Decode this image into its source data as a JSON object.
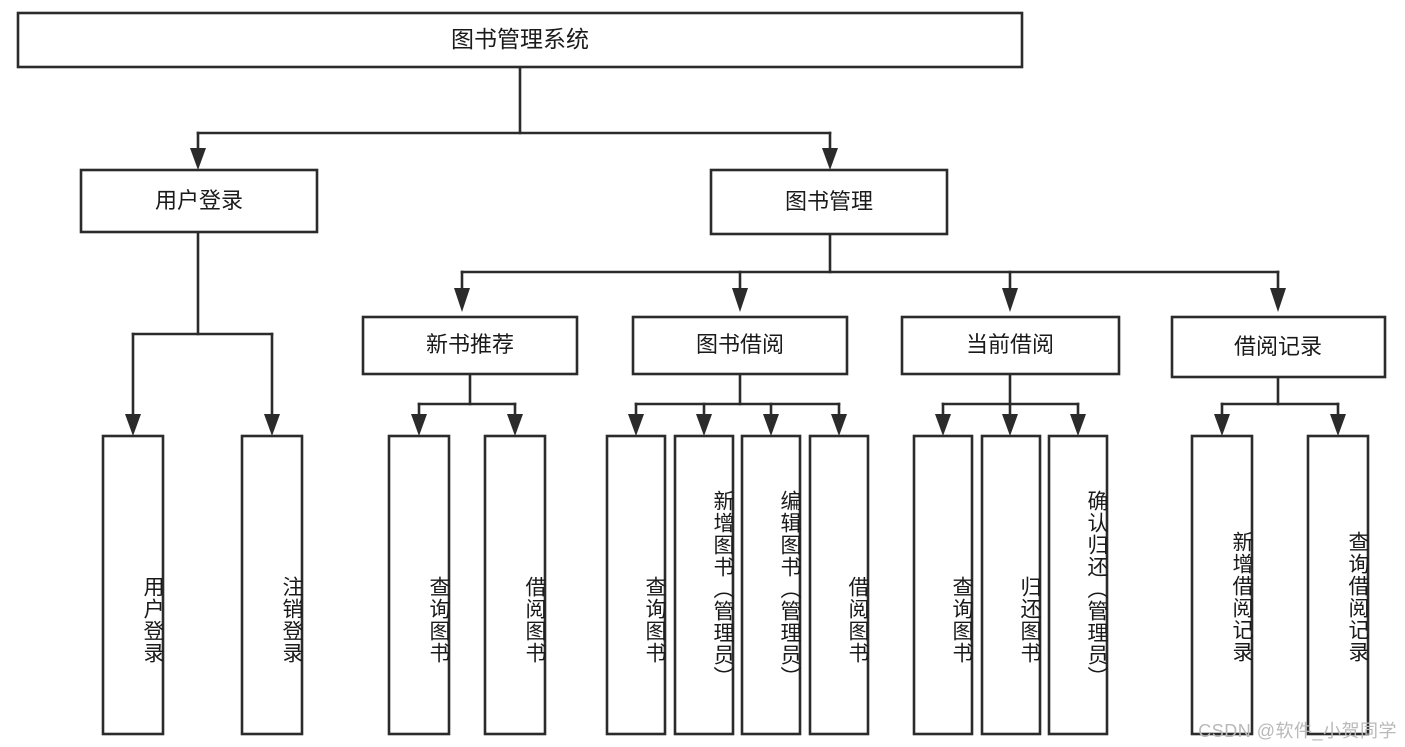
{
  "diagram": {
    "title": "图书管理系统",
    "type": "tree-hierarchy-diagram",
    "root": {
      "label": "图书管理系统"
    },
    "level2": [
      {
        "label": "用户登录"
      },
      {
        "label": "图书管理"
      }
    ],
    "level3": [
      {
        "label": "新书推荐"
      },
      {
        "label": "图书借阅"
      },
      {
        "label": "当前借阅"
      },
      {
        "label": "借阅记录"
      }
    ],
    "leaves": {
      "user_login": [
        {
          "label": "用户登录"
        },
        {
          "label": "注销登录"
        }
      ],
      "new_book_recommend": [
        {
          "label": "查询图书"
        },
        {
          "label": "借阅图书"
        }
      ],
      "book_borrow": [
        {
          "label": "查询图书"
        },
        {
          "label": "新增图书（管理员）"
        },
        {
          "label": "编辑图书（管理员）"
        },
        {
          "label": "借阅图书"
        }
      ],
      "current_borrow": [
        {
          "label": "查询图书"
        },
        {
          "label": "归还图书"
        },
        {
          "label": "确认归还（管理员）"
        }
      ],
      "borrow_record": [
        {
          "label": "新增借阅记录"
        },
        {
          "label": "查询借阅记录"
        }
      ]
    },
    "watermark": "CSDN @软件_小贺同学",
    "colors": {
      "stroke": "#2b2b2b",
      "fill": "#ffffff",
      "text": "#1a1a1a",
      "watermark": "#b9b9b9",
      "background": "#ffffff"
    }
  }
}
